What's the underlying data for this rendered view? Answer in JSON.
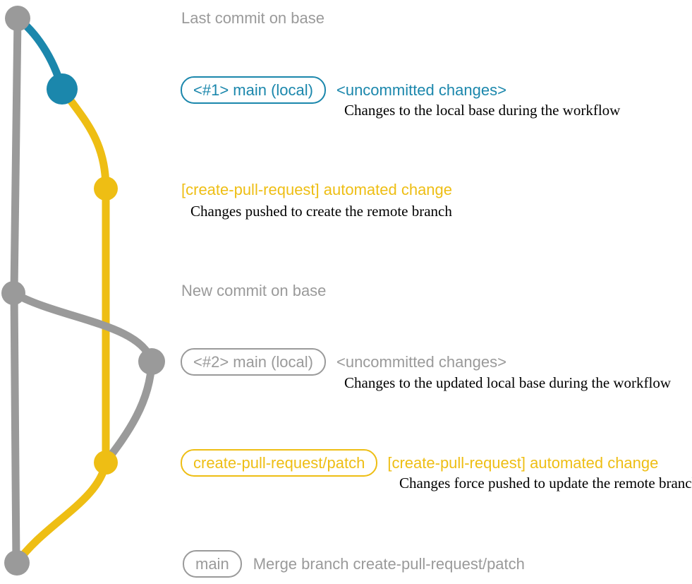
{
  "colors": {
    "teal": "#1b87ac",
    "yellow": "#eebe14",
    "gray": "#9a9a9a",
    "ink": "#000000",
    "bg": "#ffffff"
  },
  "graph": {
    "branches": [
      {
        "name": "base",
        "color_key": "gray"
      },
      {
        "name": "main (local)",
        "color_key": "teal"
      },
      {
        "name": "create-pull-request/patch",
        "color_key": "yellow"
      }
    ],
    "commits": [
      {
        "id": "last-commit-on-base",
        "color_key": "gray"
      },
      {
        "id": "uncommitted-changes-1",
        "color_key": "teal"
      },
      {
        "id": "automated-change-1",
        "color_key": "yellow"
      },
      {
        "id": "new-commit-on-base",
        "color_key": "gray"
      },
      {
        "id": "uncommitted-changes-2",
        "color_key": "gray"
      },
      {
        "id": "automated-change-2",
        "color_key": "yellow"
      },
      {
        "id": "merge-commit",
        "color_key": "gray"
      }
    ]
  },
  "annotations": {
    "last_commit_on_base": "Last commit on base",
    "branch1_box": "<#1> main (local)",
    "branch1_status": "<uncommitted changes>",
    "branch1_note": "Changes to the local base during the workflow",
    "commit1_title": "[create-pull-request] automated change",
    "commit1_note": "Changes pushed to create the remote branch",
    "new_commit_on_base": "New commit on base",
    "branch2_box": "<#2> main (local)",
    "branch2_status": "<uncommitted changes>",
    "branch2_note": "Changes to the updated local base during the workflow",
    "patch_branch_box": "create-pull-request/patch",
    "patch_commit_title": "[create-pull-request] automated change",
    "patch_commit_note": "Changes force pushed to update the remote branch",
    "main_box": "main",
    "merge_label": "Merge branch create-pull-request/patch"
  }
}
